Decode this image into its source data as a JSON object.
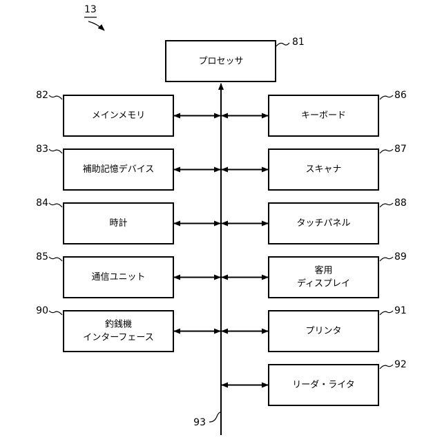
{
  "figure_ref": "13",
  "bus_ref": "93",
  "processor": {
    "label": "プロセッサ",
    "ref": "81"
  },
  "left_blocks": [
    {
      "lines": [
        "メインメモリ"
      ],
      "ref": "82"
    },
    {
      "lines": [
        "補助記憶デバイス"
      ],
      "ref": "83"
    },
    {
      "lines": [
        "時計"
      ],
      "ref": "84"
    },
    {
      "lines": [
        "通信ユニット"
      ],
      "ref": "85"
    },
    {
      "lines": [
        "釣銭機",
        "インターフェース"
      ],
      "ref": "90"
    }
  ],
  "right_blocks": [
    {
      "lines": [
        "キーボード"
      ],
      "ref": "86"
    },
    {
      "lines": [
        "スキャナ"
      ],
      "ref": "87"
    },
    {
      "lines": [
        "タッチパネル"
      ],
      "ref": "88"
    },
    {
      "lines": [
        "客用",
        "ディスプレイ"
      ],
      "ref": "89"
    },
    {
      "lines": [
        "プリンタ"
      ],
      "ref": "91"
    },
    {
      "lines": [
        "リーダ・ライタ"
      ],
      "ref": "92"
    }
  ]
}
